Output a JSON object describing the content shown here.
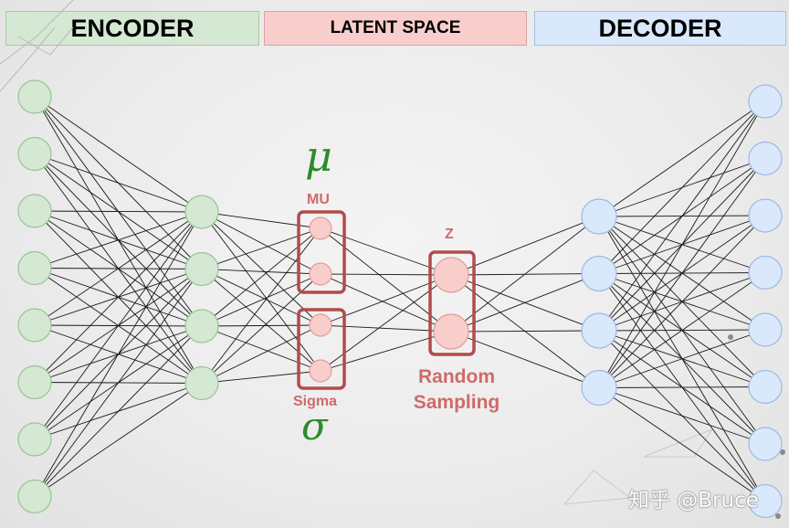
{
  "headers": {
    "encoder": "ENCODER",
    "latent": "LATENT SPACE",
    "decoder": "DECODER"
  },
  "latent": {
    "mu_symbol": "μ",
    "mu_label": "MU",
    "sigma_symbol": "σ",
    "sigma_label": "Sigma",
    "z_label": "Z",
    "sampling_label_line1": "Random",
    "sampling_label_line2": "Sampling"
  },
  "watermark": "知乎 @Bruce",
  "colors": {
    "encoder_node": "#d5e8d4",
    "latent_node": "#f8cecc",
    "decoder_node": "#dae8fc",
    "box_border": "#b24b4b",
    "greek": "#2d8a2d",
    "latent_text": "#d06a6a"
  },
  "layers": {
    "encoder_input_nodes": 8,
    "encoder_hidden_nodes": 4,
    "mu_nodes": 2,
    "sigma_nodes": 2,
    "z_nodes": 2,
    "decoder_hidden_nodes": 4,
    "decoder_output_nodes": 8
  }
}
